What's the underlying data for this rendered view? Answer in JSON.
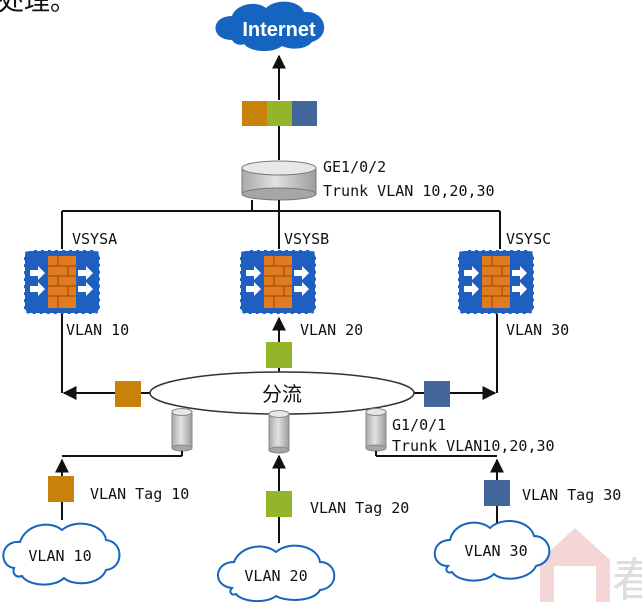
{
  "top_partial_text": "处理。",
  "internet_label": "Internet",
  "switch_top": {
    "port": "GE1/0/2",
    "trunk": "Trunk VLAN 10,20,30"
  },
  "vsys": [
    {
      "name": "VSYSA",
      "vlan": "VLAN 10",
      "color": "#c8820a"
    },
    {
      "name": "VSYSB",
      "vlan": "VLAN 20",
      "color": "#93b52b"
    },
    {
      "name": "VSYSC",
      "vlan": "VLAN 30",
      "color": "#44679b"
    }
  ],
  "split_label": "分流",
  "switch_bottom": {
    "port": "G1/0/1",
    "trunk": "Trunk VLAN10,20,30"
  },
  "tags": [
    "VLAN Tag 10",
    "VLAN Tag 20",
    "VLAN Tag 30"
  ],
  "clouds": [
    "VLAN 10",
    "VLAN 20",
    "VLAN 30"
  ],
  "watermark_char": "春",
  "colors": {
    "internet": "#1565c0",
    "firewall_bg": "#1f5fbf",
    "brick": "#e07b1f",
    "line": "#111111",
    "cylinder": "#c8c8c8"
  }
}
